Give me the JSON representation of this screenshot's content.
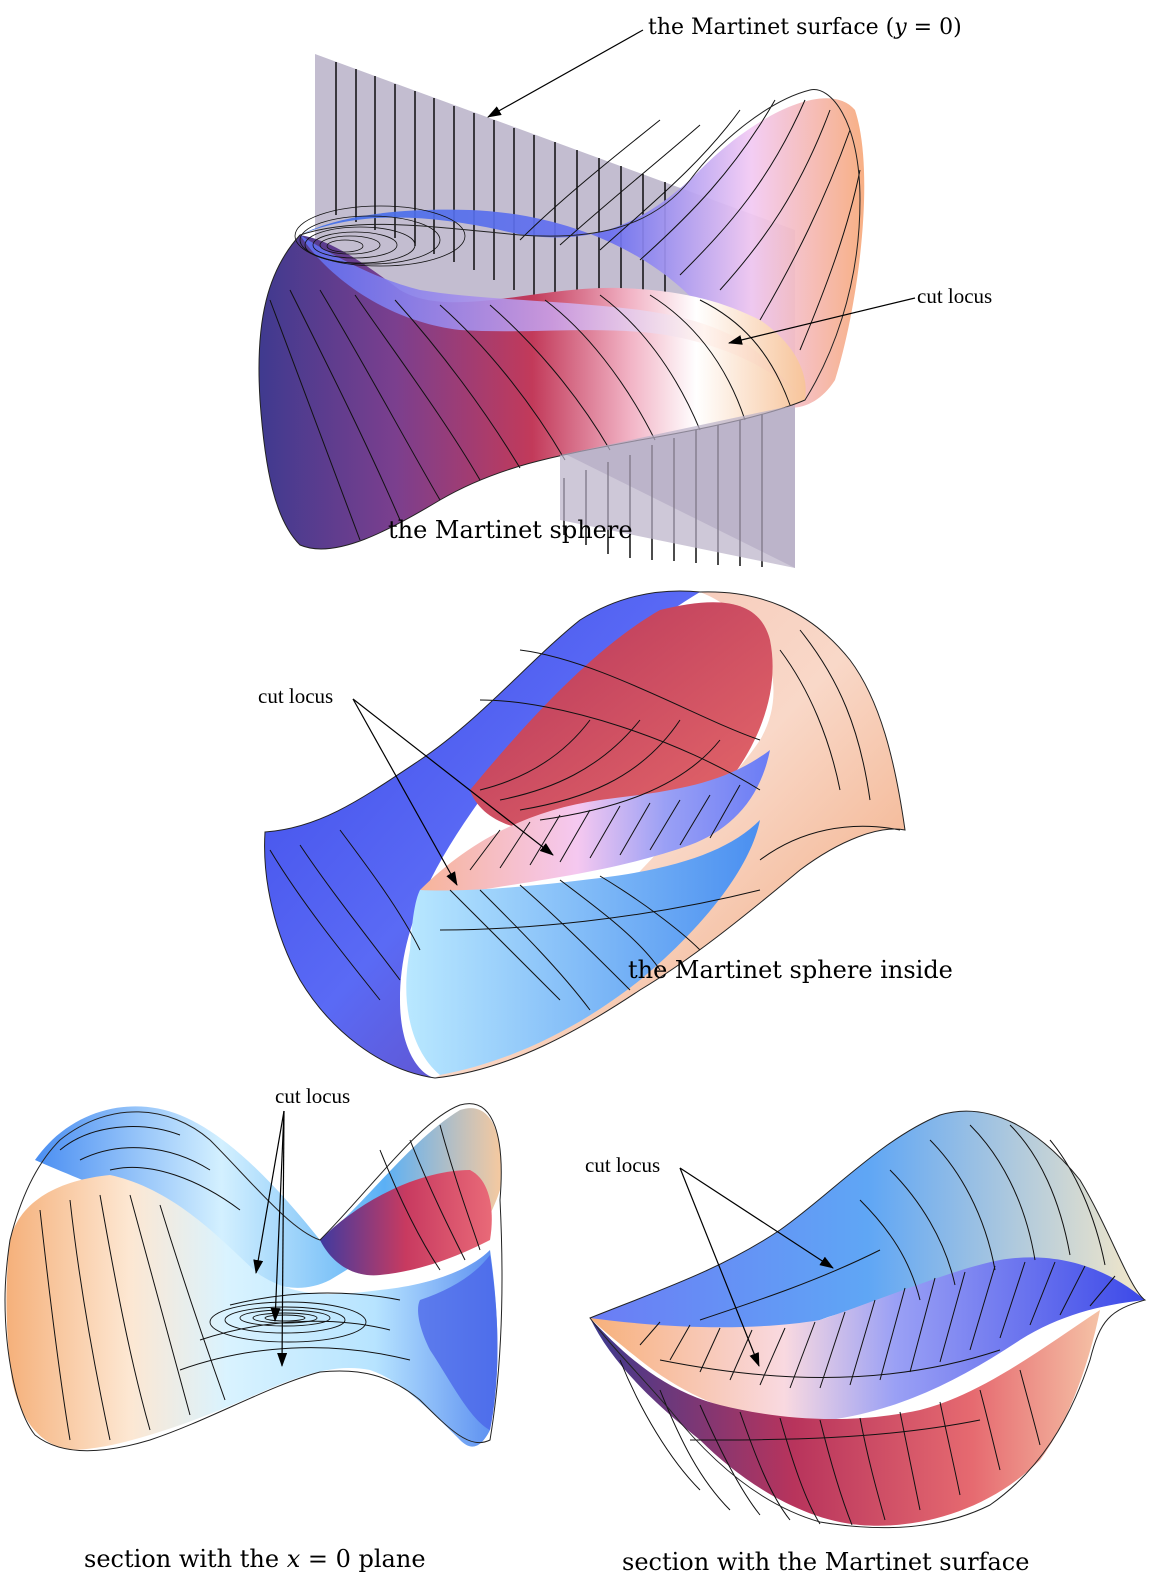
{
  "top_panel": {
    "plane_label_prefix": "the Martinet surface (",
    "plane_label_var": "y",
    "plane_label_suffix": " = 0)",
    "cut_locus_label": "cut locus",
    "sphere_caption": "the Martinet sphere"
  },
  "middle_panel": {
    "cut_locus_label": "cut locus",
    "caption": "the Martinet sphere inside"
  },
  "bottom_left_panel": {
    "cut_locus_label": "cut locus",
    "caption_prefix": "section with the ",
    "caption_var": "x",
    "caption_suffix": " = 0 plane"
  },
  "bottom_right_panel": {
    "cut_locus_label": "cut locus",
    "caption": "section with the Martinet surface"
  },
  "colors": {
    "blue": "#4a5ff0",
    "red": "#c23a5a",
    "peach": "#f7c49a",
    "light_blue": "#bfe6ff",
    "plane": "#b9b1c8"
  }
}
